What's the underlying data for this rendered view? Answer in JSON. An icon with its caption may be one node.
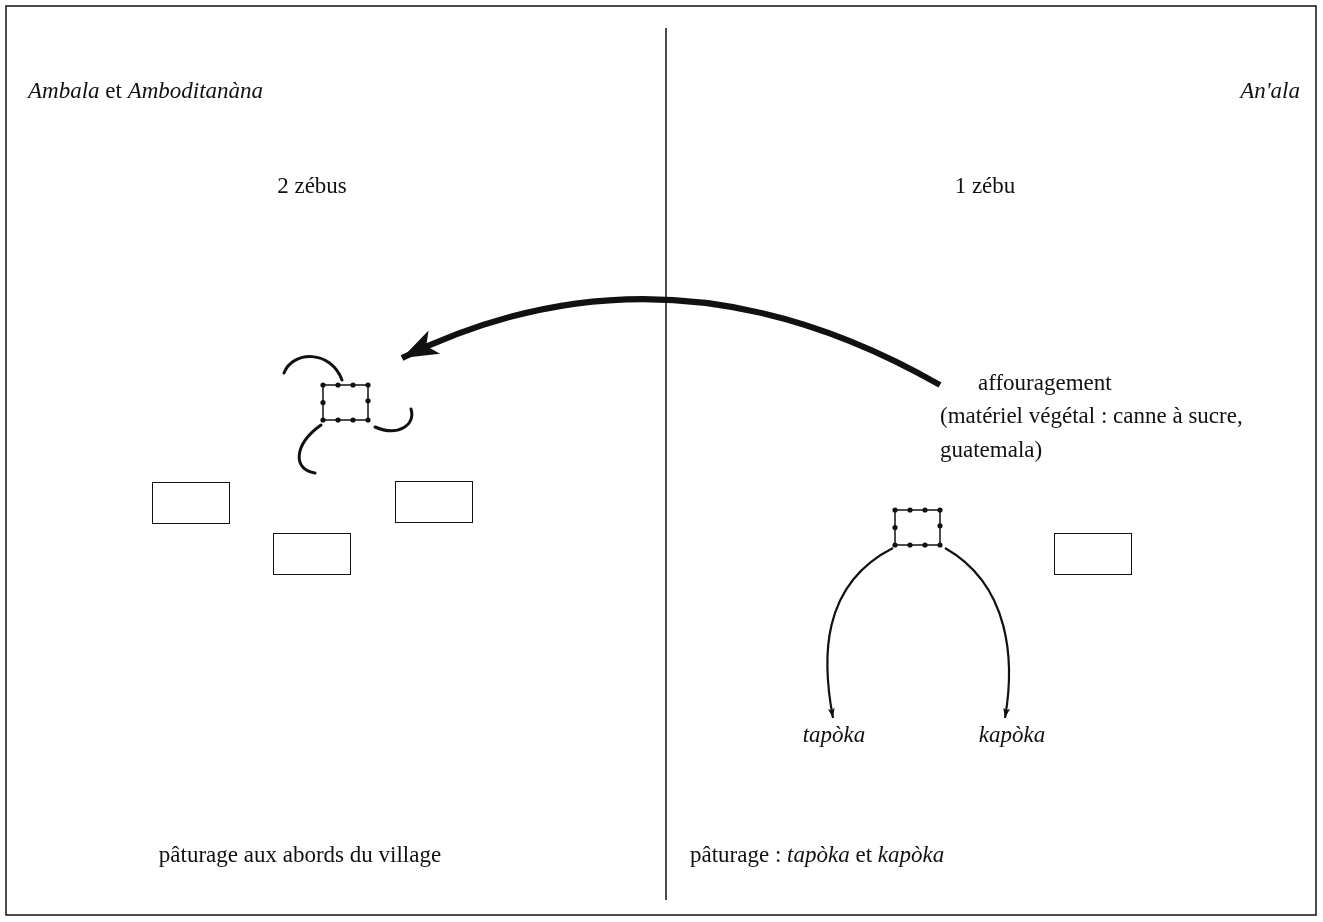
{
  "diagram": {
    "nodes": [
      {
        "text": [],
        "shape": "square"
      },
      {
        "text": [
          "affouragement",
          "(matériel végétal : canne à sucre, guatemala)"
        ]
      },
      {
        "text": [],
        "shape": "square"
      },
      {
        "text": [
          "tapòka"
        ]
      },
      {
        "text": [
          "kapòka"
        ]
      },
      {
        "text": [],
        "shape": "box"
      },
      {
        "text": [],
        "shape": "box"
      },
      {
        "text": [],
        "shape": "box"
      },
      {
        "text": [],
        "shape": "box"
      }
    ],
    "edges": [
      {
        "from": 1,
        "to": 0,
        "arrow": "to",
        "style": "thick"
      },
      {
        "from": 2,
        "to": 3,
        "arrow": "to"
      },
      {
        "from": 2,
        "to": 4,
        "arrow": "to"
      }
    ],
    "labels": [
      "*Ambala* et *Amboditanàna*",
      "An'ala",
      "2 zébus",
      "1 zébu",
      "pâturage aux abords du village",
      "pâturage : *tapòka* et *kapòka*"
    ]
  }
}
